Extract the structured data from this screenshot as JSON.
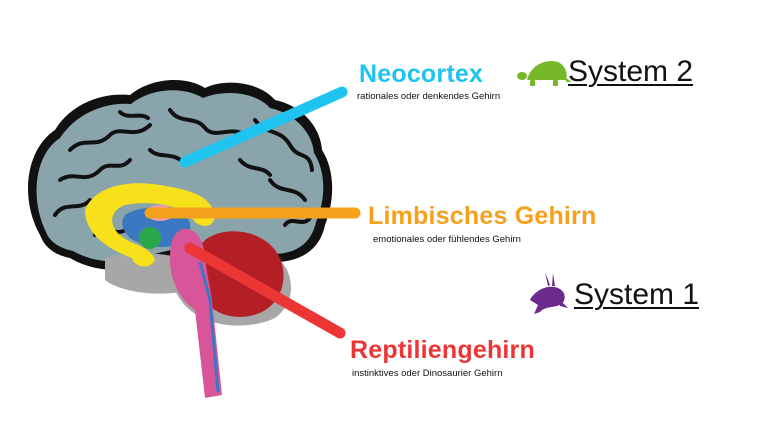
{
  "colors": {
    "neocortex": "#1ec3f0",
    "limbic": "#f5a11c",
    "reptilian": "#ec3535",
    "brain_grey_blue": "#8aa4ac",
    "cerebellum_dark_red": "#b31f24",
    "corpus_yellow": "#f7e11b",
    "brainstem_pink": "#d9559a",
    "turtle_green": "#76b82a",
    "rabbit_purple": "#6b2a8c"
  },
  "regions": {
    "neocortex": {
      "title": "Neocortex",
      "subtitle": "rationales oder denkendes Gehirn"
    },
    "limbic": {
      "title": "Limbisches Gehirn",
      "subtitle": "emotionales oder fühlendes Gehirn"
    },
    "reptilian": {
      "title": "Reptiliengehirn",
      "subtitle": "instinktives oder Dinosaurier Gehirn"
    }
  },
  "systems": {
    "system2": {
      "label": "System 2",
      "icon": "turtle-icon"
    },
    "system1": {
      "label": "System 1",
      "icon": "rabbit-icon"
    }
  }
}
